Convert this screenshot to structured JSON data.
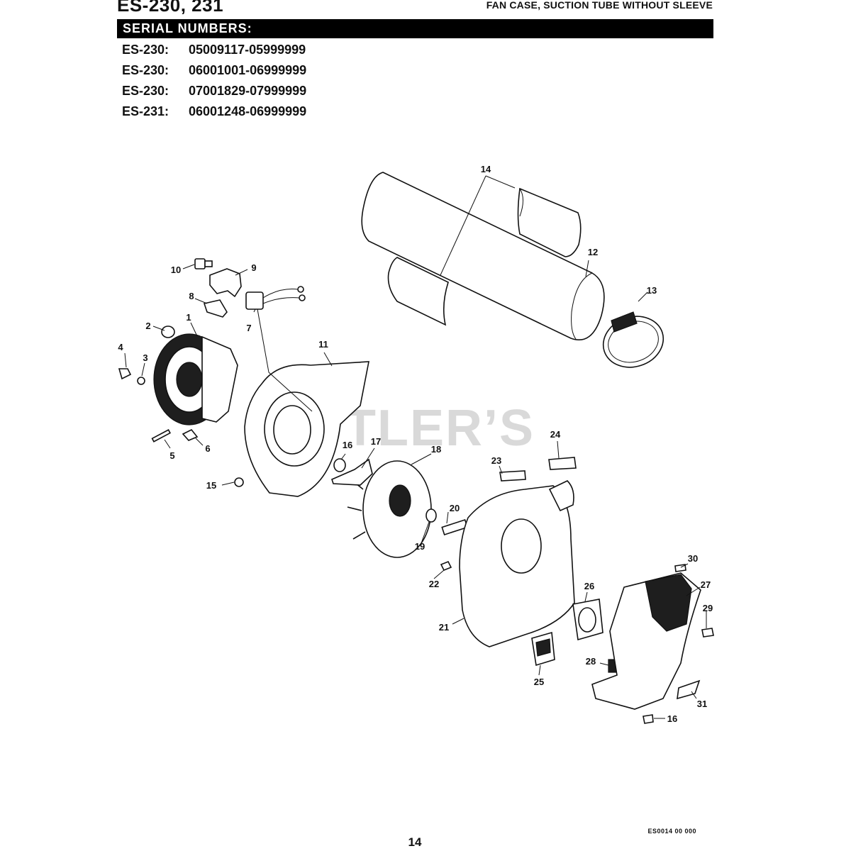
{
  "header": {
    "model": "ES-230, 231",
    "title": "FAN CASE, SUCTION TUBE WITHOUT SLEEVE"
  },
  "serial_section": {
    "heading": "SERIAL NUMBERS:",
    "rows": [
      {
        "model": "ES-230:",
        "range": "05009117-05999999"
      },
      {
        "model": "ES-230:",
        "range": "06001001-06999999"
      },
      {
        "model": "ES-230:",
        "range": "07001829-07999999"
      },
      {
        "model": "ES-231:",
        "range": "06001248-06999999"
      }
    ]
  },
  "watermark": "CUTLER’S",
  "callouts": {
    "c1": "1",
    "c2": "2",
    "c3": "3",
    "c4": "4",
    "c5": "5",
    "c6": "6",
    "c7": "7",
    "c8": "8",
    "c9": "9",
    "c10": "10",
    "c11": "11",
    "c12": "12",
    "c13": "13",
    "c14": "14",
    "c15": "15",
    "c16a": "16",
    "c16b": "16",
    "c17": "17",
    "c18": "18",
    "c19": "19",
    "c20": "20",
    "c21": "21",
    "c22": "22",
    "c23": "23",
    "c24": "24",
    "c25": "25",
    "c26": "26",
    "c27": "27",
    "c28": "28",
    "c29": "29",
    "c30": "30",
    "c31": "31"
  },
  "footer": {
    "doc_code": "ES0014 00 000",
    "page_number": "14"
  }
}
